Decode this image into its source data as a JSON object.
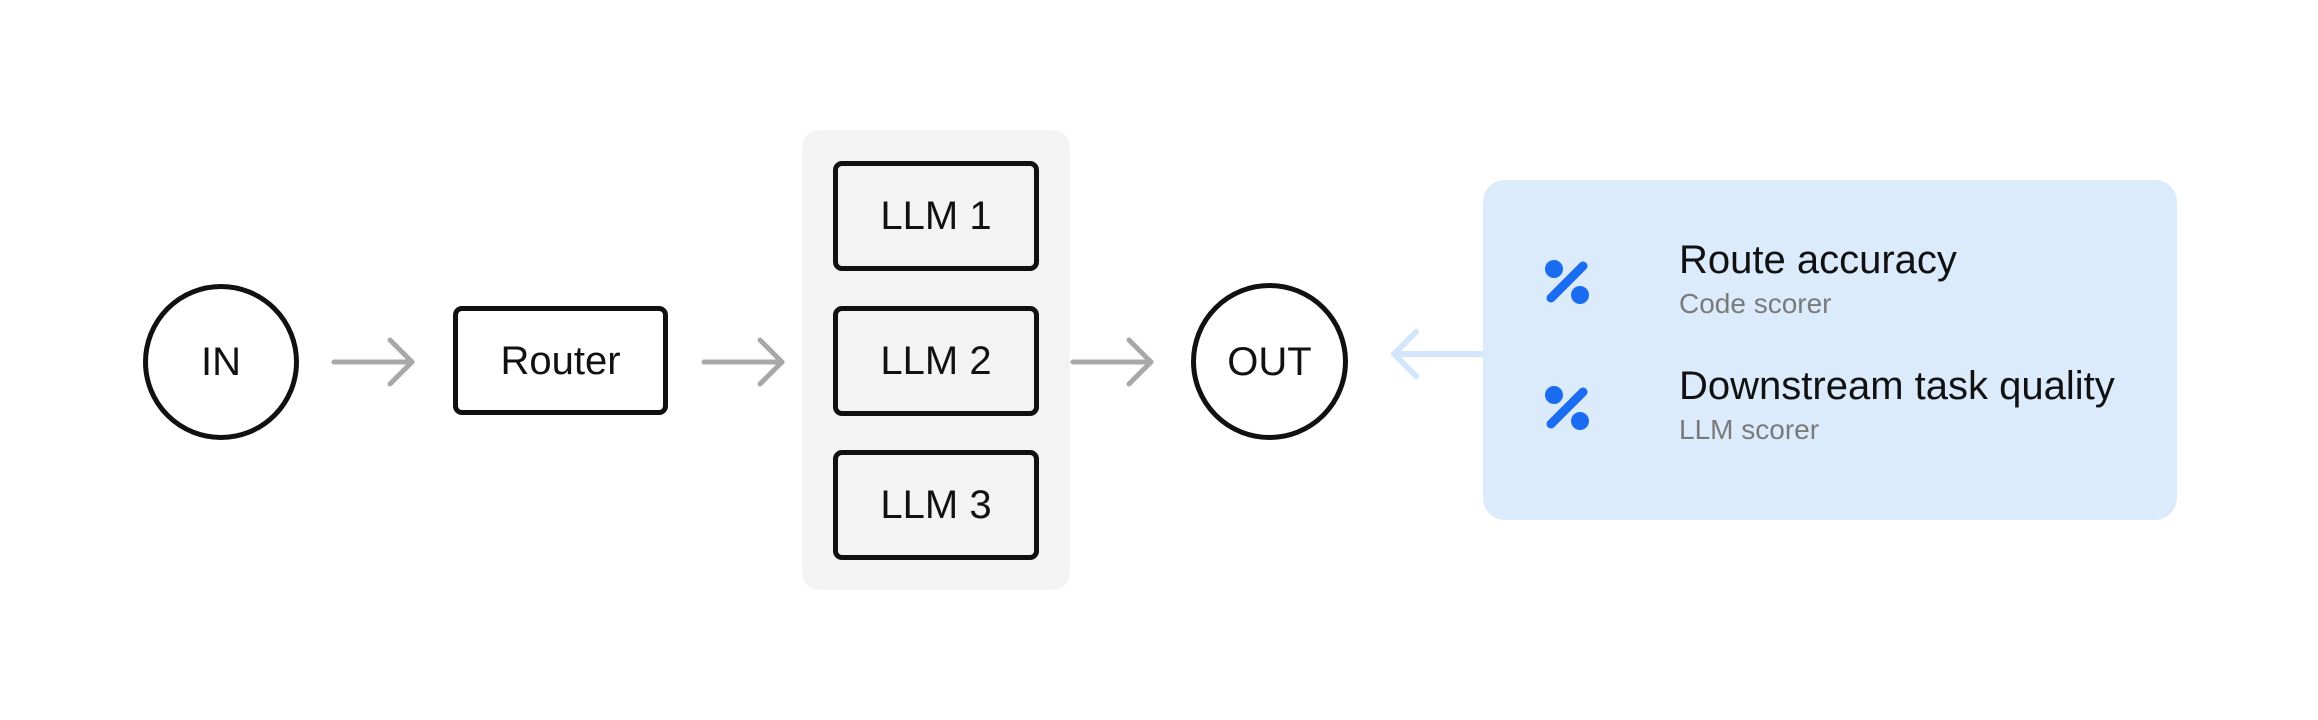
{
  "diagram": {
    "nodes": {
      "in": "IN",
      "router": "Router",
      "llms": [
        "LLM 1",
        "LLM 2",
        "LLM 3"
      ],
      "out": "OUT"
    },
    "scorers": [
      {
        "title": "Route accuracy",
        "subtitle": "Code scorer",
        "icon": "percent-icon"
      },
      {
        "title": "Downstream task quality",
        "subtitle": "LLM scorer",
        "icon": "percent-icon"
      }
    ]
  },
  "colors": {
    "stroke": "#111111",
    "arrow": "#a8a8a8",
    "feedback_arrow": "#d4e6fb",
    "llm_group_bg": "#f3f3f3",
    "scorer_panel_bg": "#dcebfb",
    "icon": "#1a6cf0",
    "subtitle_text": "#7a7a7a"
  }
}
